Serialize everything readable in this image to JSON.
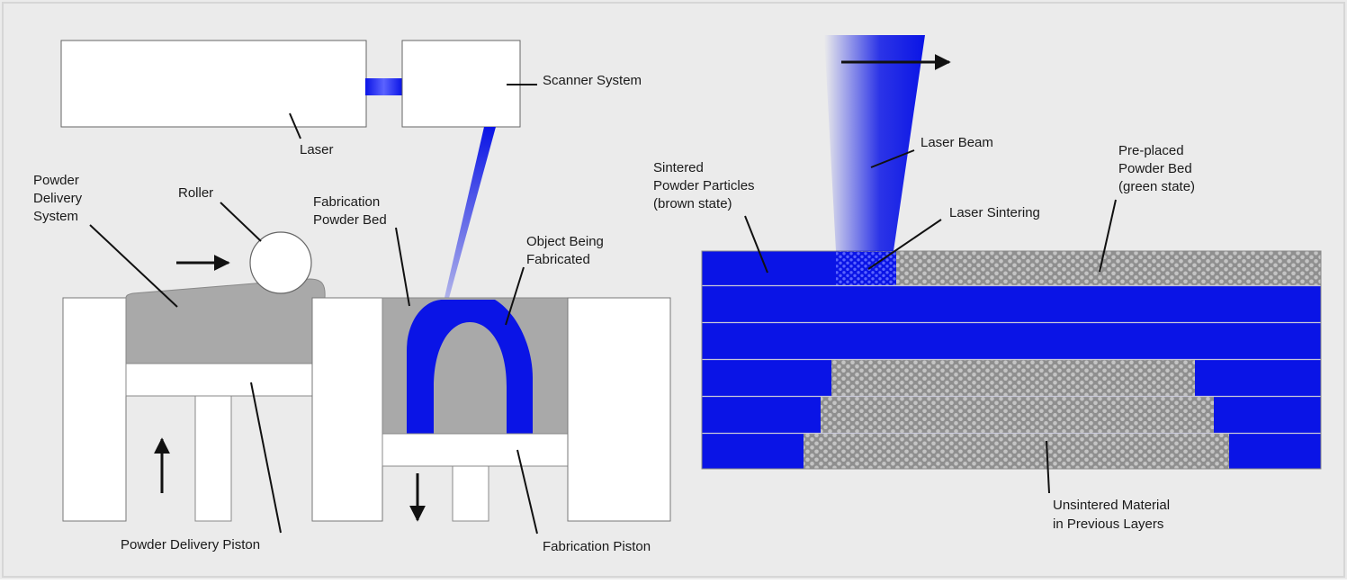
{
  "labels": {
    "laser": "Laser",
    "scanner_system": "Scanner System",
    "powder_delivery_system": [
      "Powder",
      "Delivery",
      "System"
    ],
    "roller": "Roller",
    "fabrication_powder_bed": [
      "Fabrication",
      "Powder Bed"
    ],
    "object_being_fabricated": [
      "Object Being",
      "Fabricated"
    ],
    "powder_delivery_piston": "Powder Delivery Piston",
    "fabrication_piston": "Fabrication Piston",
    "laser_beam": "Laser Beam",
    "sintered_powder_particles": [
      "Sintered",
      "Powder Particles",
      "(brown state)"
    ],
    "laser_sintering": "Laser Sintering",
    "pre_placed_powder_bed": [
      "Pre-placed",
      "Powder Bed",
      "(green state)"
    ],
    "unsintered_material": [
      "Unsintered Material",
      "in Previous Layers"
    ]
  },
  "colors": {
    "background": "#ebebeb",
    "sintered_blue": "#0a14e6",
    "powder_gray": "#a9a9a9",
    "granular_gray": "#9a9a9a",
    "white": "#ffffff",
    "line": "#111111"
  },
  "icons": [
    "arrow-right-icon",
    "arrow-up-icon",
    "arrow-down-icon",
    "scan-direction-arrow-icon"
  ]
}
